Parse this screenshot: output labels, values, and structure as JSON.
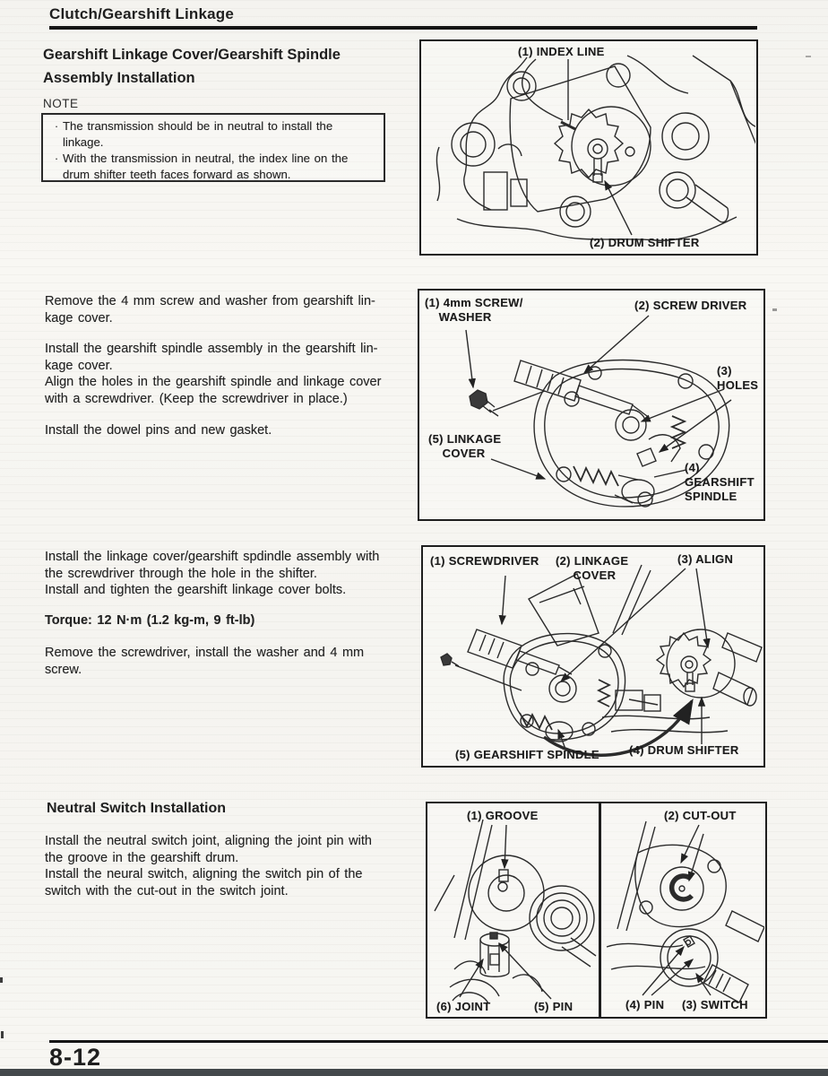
{
  "page": {
    "header_title": "Clutch/Gearshift Linkage",
    "page_number": "8-12"
  },
  "left_column": {
    "section1_title": "Gearshift Linkage Cover/Gearshift Spindle\nAssembly Installation",
    "note_label": "NOTE",
    "note_bullet_char": "·",
    "note_item1": "The transmission should be in neutral to install the\nlinkage.",
    "note_item2": "With the transmission in neutral, the index line on the\ndrum shifter teeth faces forward as shown.",
    "para_remove_screw": "Remove the 4 mm screw and washer from gearshift lin-\nkage cover.",
    "para_install_spindle": "Install the gearshift spindle assembly in the gearshift lin-\nkage cover.\nAlign the holes in the gearshift spindle and linkage cover\nwith a screwdriver. (Keep the screwdriver in place.)",
    "para_dowel": "Install the dowel pins and new gasket.",
    "para_install_cover": "Install the linkage cover/gearshift spdindle assembly with\nthe screwdriver through the hole in the shifter.\nInstall and tighten the gearshift linkage cover bolts.",
    "torque_line": "Torque: 12 N·m (1.2 kg-m, 9 ft-lb)",
    "para_remove_screwdriver": "Remove the screwdriver, install the washer and 4 mm\nscrew.",
    "section2_title": "Neutral Switch Installation",
    "para_neutral_switch": "Install the neutral switch joint, aligning the joint pin with\nthe groove in the gearshift drum.\nInstall the neural switch, aligning the switch pin of the\nswitch with the cut-out in the switch joint."
  },
  "figures": {
    "fig1": {
      "index_line": "(1) INDEX LINE",
      "drum_shifter": "(2) DRUM SHIFTER"
    },
    "fig2": {
      "screw_washer": "(1) 4mm SCREW/\n    WASHER",
      "screw_driver": "(2) SCREW DRIVER",
      "holes": "(3)\nHOLES",
      "linkage_cover": "(5) LINKAGE\n    COVER",
      "gearshift_spindle": "(4)\nGEARSHIFT\nSPINDLE"
    },
    "fig3": {
      "screwdriver": "(1) SCREWDRIVER",
      "linkage_cover": "(2) LINKAGE\n     COVER",
      "align": "(3) ALIGN",
      "gearshift_spindle": "(5) GEARSHIFT SPINDLE",
      "drum_shifter": "(4) DRUM SHIFTER"
    },
    "fig4_left": {
      "groove": "(1) GROOVE",
      "joint": "(6) JOINT",
      "pin": "(5) PIN"
    },
    "fig4_right": {
      "cutout": "(2) CUT-OUT",
      "pin": "(4) PIN",
      "switch": "(3) SWITCH"
    }
  },
  "colors": {
    "ink": "#1f1f1f",
    "paper": "#f6f5f1",
    "footer_bar": "#43484b"
  }
}
